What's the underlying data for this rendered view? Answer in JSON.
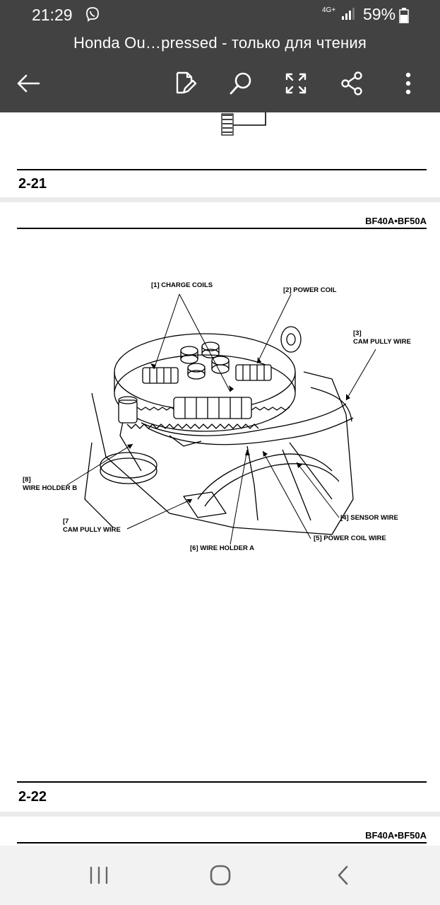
{
  "status": {
    "time": "21:29",
    "network": "4G+",
    "battery": "59%"
  },
  "toolbar": {
    "title": "Honda Ou…pressed - только для чтения"
  },
  "page_a": {
    "number": "2-21"
  },
  "page_b": {
    "model": "BF40A•BF50A",
    "number": "2-22",
    "callouts": {
      "c1": "[1] CHARGE COILS",
      "c2": "[2] POWER COIL",
      "c3a": "[3]",
      "c3b": "CAM PULLY WIRE",
      "c4": "[4] SENSOR WIRE",
      "c5": "[5] POWER COIL WIRE",
      "c6": "[6] WIRE HOLDER A",
      "c7a": "[7",
      "c7b": "CAM PULLY WIRE",
      "c8a": "[8]",
      "c8b": "WIRE HOLDER B"
    }
  },
  "page_c": {
    "model": "BF40A•BF50A"
  }
}
